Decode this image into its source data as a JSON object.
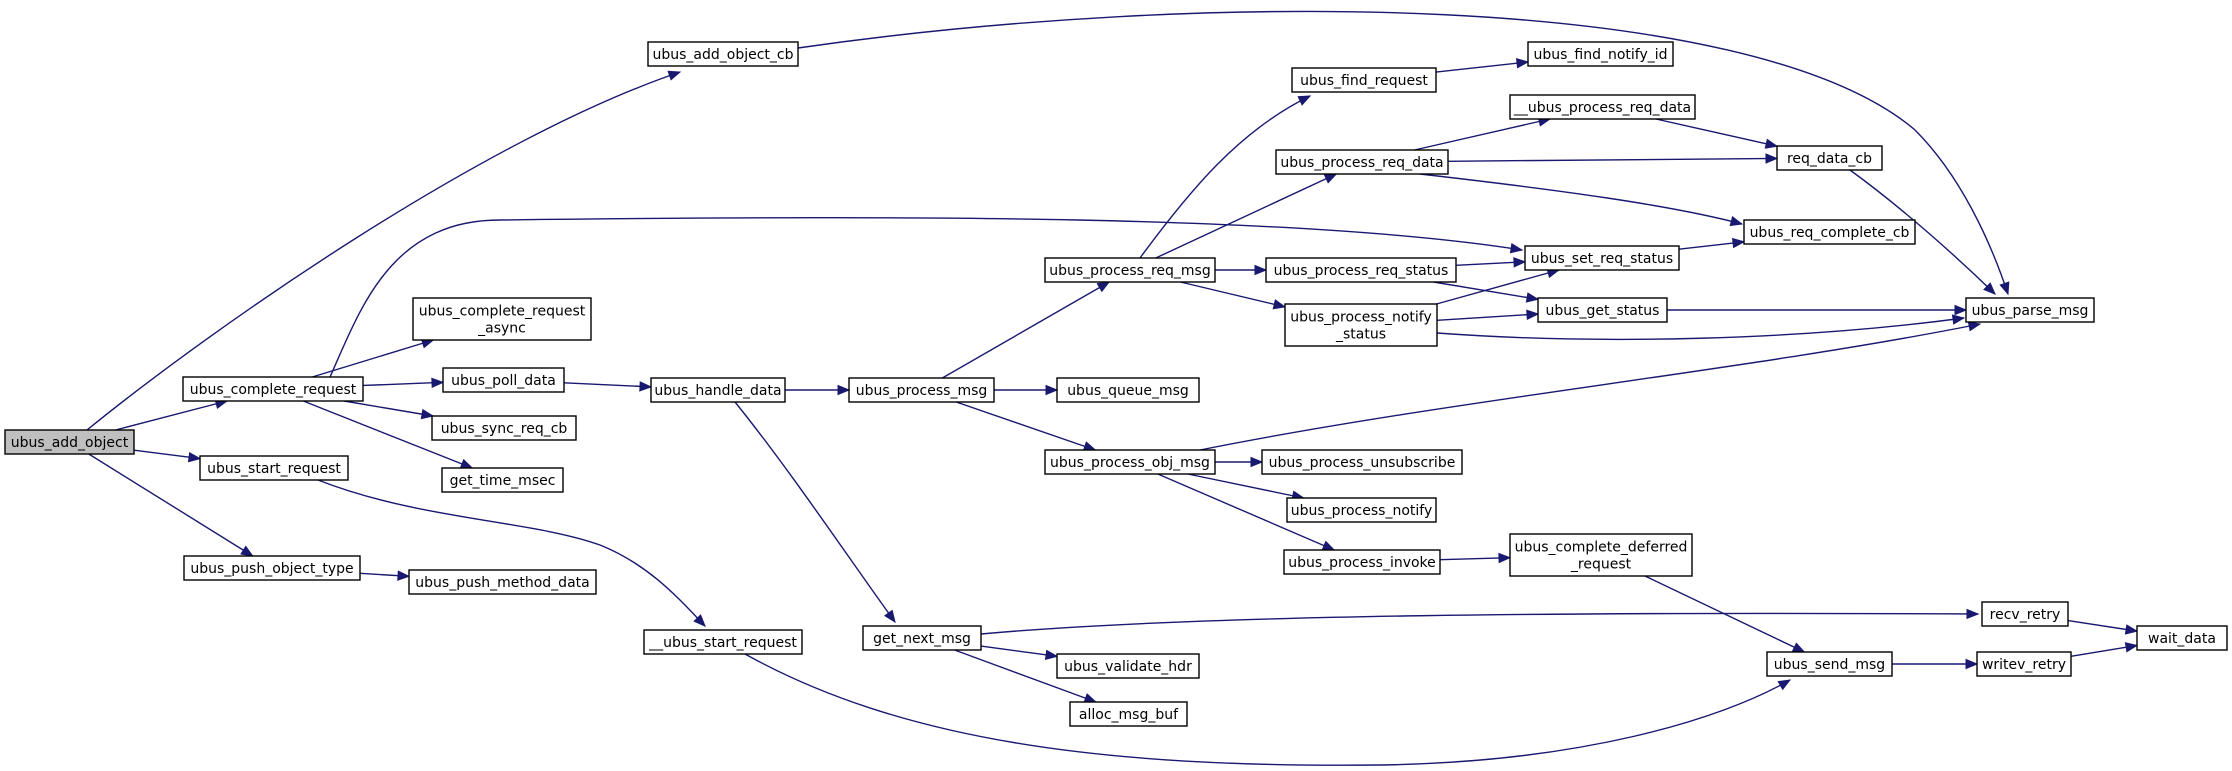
{
  "diagram": {
    "type": "call-graph",
    "root": "n_add_object",
    "nodes": [
      {
        "id": "n_add_object",
        "lines": [
          "ubus_add_object"
        ],
        "root": true
      },
      {
        "id": "n_add_object_cb",
        "lines": [
          "ubus_add_object_cb"
        ]
      },
      {
        "id": "n_complete_request",
        "lines": [
          "ubus_complete_request"
        ]
      },
      {
        "id": "n_start_request",
        "lines": [
          "ubus_start_request"
        ]
      },
      {
        "id": "n_push_object_type",
        "lines": [
          "ubus_push_object_type"
        ]
      },
      {
        "id": "n_complete_request_async",
        "lines": [
          "ubus_complete_request",
          "_async"
        ]
      },
      {
        "id": "n_poll_data",
        "lines": [
          "ubus_poll_data"
        ]
      },
      {
        "id": "n_sync_req_cb",
        "lines": [
          "ubus_sync_req_cb"
        ]
      },
      {
        "id": "n_get_time_msec",
        "lines": [
          "get_time_msec"
        ]
      },
      {
        "id": "n_push_method_data",
        "lines": [
          "ubus_push_method_data"
        ]
      },
      {
        "id": "n_handle_data",
        "lines": [
          "ubus_handle_data"
        ]
      },
      {
        "id": "n___start_request",
        "lines": [
          "__ubus_start_request"
        ]
      },
      {
        "id": "n_process_msg",
        "lines": [
          "ubus_process_msg"
        ]
      },
      {
        "id": "n_get_next_msg",
        "lines": [
          "get_next_msg"
        ]
      },
      {
        "id": "n_process_req_msg",
        "lines": [
          "ubus_process_req_msg"
        ]
      },
      {
        "id": "n_queue_msg",
        "lines": [
          "ubus_queue_msg"
        ]
      },
      {
        "id": "n_process_obj_msg",
        "lines": [
          "ubus_process_obj_msg"
        ]
      },
      {
        "id": "n_validate_hdr",
        "lines": [
          "ubus_validate_hdr"
        ]
      },
      {
        "id": "n_alloc_msg_buf",
        "lines": [
          "alloc_msg_buf"
        ]
      },
      {
        "id": "n_find_request",
        "lines": [
          "ubus_find_request"
        ]
      },
      {
        "id": "n_process_req_data",
        "lines": [
          "ubus_process_req_data"
        ]
      },
      {
        "id": "n_process_req_status",
        "lines": [
          "ubus_process_req_status"
        ]
      },
      {
        "id": "n_process_notify_status",
        "lines": [
          "ubus_process_notify",
          "_status"
        ]
      },
      {
        "id": "n_process_unsubscribe",
        "lines": [
          "ubus_process_unsubscribe"
        ]
      },
      {
        "id": "n_process_notify",
        "lines": [
          "ubus_process_notify"
        ]
      },
      {
        "id": "n_process_invoke",
        "lines": [
          "ubus_process_invoke"
        ]
      },
      {
        "id": "n_find_notify_id",
        "lines": [
          "ubus_find_notify_id"
        ]
      },
      {
        "id": "n___process_req_data",
        "lines": [
          "__ubus_process_req_data"
        ]
      },
      {
        "id": "n_set_req_status",
        "lines": [
          "ubus_set_req_status"
        ]
      },
      {
        "id": "n_get_status",
        "lines": [
          "ubus_get_status"
        ]
      },
      {
        "id": "n_complete_deferred_request",
        "lines": [
          "ubus_complete_deferred",
          "_request"
        ]
      },
      {
        "id": "n_send_msg",
        "lines": [
          "ubus_send_msg"
        ]
      },
      {
        "id": "n_req_data_cb",
        "lines": [
          "req_data_cb"
        ]
      },
      {
        "id": "n_req_complete_cb",
        "lines": [
          "ubus_req_complete_cb"
        ]
      },
      {
        "id": "n_parse_msg",
        "lines": [
          "ubus_parse_msg"
        ]
      },
      {
        "id": "n_recv_retry",
        "lines": [
          "recv_retry"
        ]
      },
      {
        "id": "n_writev_retry",
        "lines": [
          "writev_retry"
        ]
      },
      {
        "id": "n_wait_data",
        "lines": [
          "wait_data"
        ]
      }
    ],
    "edges": [
      {
        "from": "n_add_object",
        "to": "n_add_object_cb"
      },
      {
        "from": "n_add_object",
        "to": "n_complete_request"
      },
      {
        "from": "n_add_object",
        "to": "n_start_request"
      },
      {
        "from": "n_add_object",
        "to": "n_push_object_type"
      },
      {
        "from": "n_add_object_cb",
        "to": "n_parse_msg"
      },
      {
        "from": "n_complete_request",
        "to": "n_complete_request_async"
      },
      {
        "from": "n_complete_request",
        "to": "n_poll_data"
      },
      {
        "from": "n_complete_request",
        "to": "n_sync_req_cb"
      },
      {
        "from": "n_complete_request",
        "to": "n_get_time_msec"
      },
      {
        "from": "n_complete_request",
        "to": "n_set_req_status"
      },
      {
        "from": "n_poll_data",
        "to": "n_handle_data"
      },
      {
        "from": "n_handle_data",
        "to": "n_process_msg"
      },
      {
        "from": "n_handle_data",
        "to": "n_get_next_msg"
      },
      {
        "from": "n_start_request",
        "to": "n___start_request"
      },
      {
        "from": "n_push_object_type",
        "to": "n_push_method_data"
      },
      {
        "from": "n___start_request",
        "to": "n_send_msg"
      },
      {
        "from": "n_process_msg",
        "to": "n_process_req_msg"
      },
      {
        "from": "n_process_msg",
        "to": "n_queue_msg"
      },
      {
        "from": "n_process_msg",
        "to": "n_process_obj_msg"
      },
      {
        "from": "n_get_next_msg",
        "to": "n_recv_retry"
      },
      {
        "from": "n_get_next_msg",
        "to": "n_validate_hdr"
      },
      {
        "from": "n_get_next_msg",
        "to": "n_alloc_msg_buf"
      },
      {
        "from": "n_process_req_msg",
        "to": "n_find_request"
      },
      {
        "from": "n_process_req_msg",
        "to": "n_process_req_data"
      },
      {
        "from": "n_process_req_msg",
        "to": "n_process_req_status"
      },
      {
        "from": "n_process_req_msg",
        "to": "n_process_notify_status"
      },
      {
        "from": "n_process_obj_msg",
        "to": "n_process_unsubscribe"
      },
      {
        "from": "n_process_obj_msg",
        "to": "n_process_notify"
      },
      {
        "from": "n_process_obj_msg",
        "to": "n_process_invoke"
      },
      {
        "from": "n_process_obj_msg",
        "to": "n_parse_msg"
      },
      {
        "from": "n_find_request",
        "to": "n_find_notify_id"
      },
      {
        "from": "n_process_req_data",
        "to": "n___process_req_data"
      },
      {
        "from": "n_process_req_data",
        "to": "n_req_data_cb"
      },
      {
        "from": "n_process_req_data",
        "to": "n_req_complete_cb"
      },
      {
        "from": "n_process_req_status",
        "to": "n_set_req_status"
      },
      {
        "from": "n_process_req_status",
        "to": "n_get_status"
      },
      {
        "from": "n_process_notify_status",
        "to": "n_set_req_status"
      },
      {
        "from": "n_process_notify_status",
        "to": "n_get_status"
      },
      {
        "from": "n_process_notify_status",
        "to": "n_parse_msg"
      },
      {
        "from": "n_process_invoke",
        "to": "n_complete_deferred_request"
      },
      {
        "from": "n___process_req_data",
        "to": "n_req_data_cb"
      },
      {
        "from": "n_set_req_status",
        "to": "n_req_complete_cb"
      },
      {
        "from": "n_get_status",
        "to": "n_parse_msg"
      },
      {
        "from": "n_complete_deferred_request",
        "to": "n_send_msg"
      },
      {
        "from": "n_send_msg",
        "to": "n_writev_retry"
      },
      {
        "from": "n_req_data_cb",
        "to": "n_parse_msg"
      },
      {
        "from": "n_recv_retry",
        "to": "n_wait_data"
      },
      {
        "from": "n_writev_retry",
        "to": "n_wait_data"
      }
    ]
  }
}
